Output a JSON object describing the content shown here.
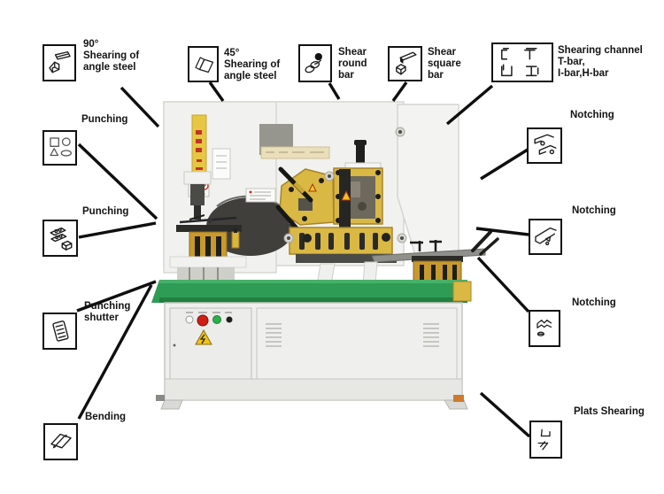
{
  "diagram_title": "Ironworker machine functions diagram",
  "palette": {
    "callout_line": "#0f0f0f",
    "machine_body": "#f1f1ef",
    "tooling_yellow": "#d9b844",
    "die_gold": "#c89a2e",
    "table_green": "#2f9c56",
    "base_grey": "#efefed",
    "dark_steel": "#2b2b28",
    "warning_yellow": "#f2c21a",
    "button_red": "#cf1f14",
    "button_green": "#2fae4e",
    "sticker_red": "#c23327"
  },
  "callouts": {
    "top": [
      {
        "id": "shear-90",
        "icon": "angle-steel-90-icon",
        "label_lines": [
          "90°",
          "Shearing of",
          "angle steel"
        ]
      },
      {
        "id": "shear-45",
        "icon": "angle-steel-45-icon",
        "label_lines": [
          "45°",
          "Shearing of",
          "angle steel"
        ]
      },
      {
        "id": "shear-round",
        "icon": "round-bar-icon",
        "label_lines": [
          "Shear",
          "round",
          "bar"
        ]
      },
      {
        "id": "shear-square",
        "icon": "square-bar-icon",
        "label_lines": [
          "Shear",
          "square",
          "bar"
        ]
      },
      {
        "id": "shear-channel",
        "icon": "channel-profiles-icon",
        "label_lines": [
          "Shearing channel",
          "T-bar,",
          "I-bar,H-bar"
        ]
      }
    ],
    "left": [
      {
        "id": "punching-1",
        "icon": "punch-shapes-icon",
        "label_lines": [
          "Punching"
        ]
      },
      {
        "id": "punching-2",
        "icon": "punched-plates-icon",
        "label_lines": [
          "Punching"
        ]
      },
      {
        "id": "punching-shutter",
        "icon": "shutter-icon",
        "label_lines": [
          "Punching",
          "shutter"
        ]
      },
      {
        "id": "bending",
        "icon": "bending-icon",
        "label_lines": [
          "Bending"
        ]
      }
    ],
    "right": [
      {
        "id": "notching-1",
        "icon": "notch-channel-icon",
        "label_lines": [
          "Notching"
        ]
      },
      {
        "id": "notching-2",
        "icon": "notch-angle-icon",
        "label_lines": [
          "Notching"
        ]
      },
      {
        "id": "notching-3",
        "icon": "notch-profile-icon",
        "label_lines": [
          "Notching"
        ]
      },
      {
        "id": "plats-shearing",
        "icon": "plate-pieces-icon",
        "label_lines": [
          "Plats Shearing"
        ]
      }
    ]
  }
}
